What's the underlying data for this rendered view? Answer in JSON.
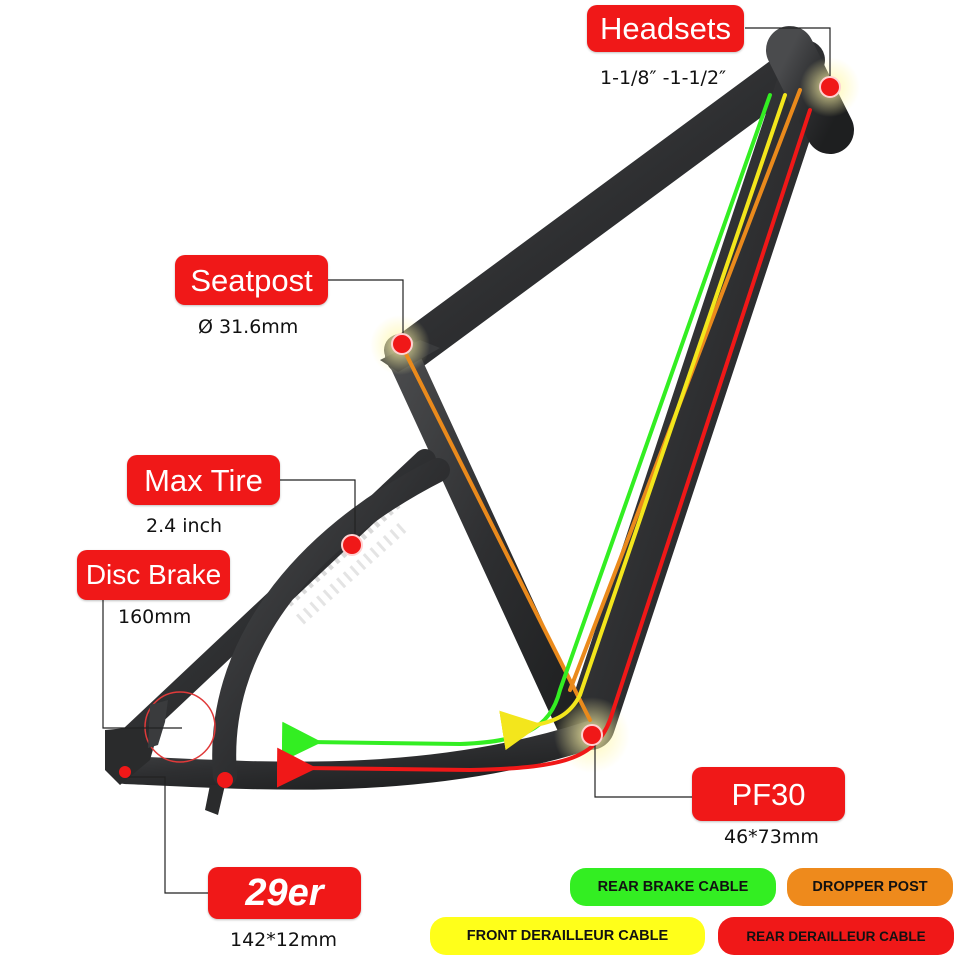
{
  "callouts": {
    "headsets": {
      "label": "Headsets",
      "spec": "1-1/8″ -1-1/2″"
    },
    "seatpost": {
      "label": "Seatpost",
      "spec": "Ø 31.6mm"
    },
    "max_tire": {
      "label": "Max Tire",
      "spec": "2.4 inch"
    },
    "disc_brake": {
      "label": "Disc Brake",
      "spec": "160mm"
    },
    "pf30": {
      "label": "PF30",
      "spec": "46*73mm"
    },
    "wheel": {
      "label": "29er",
      "spec": "142*12mm"
    }
  },
  "legend": [
    {
      "label": "REAR BRAKE CABLE",
      "color": "#33ee22"
    },
    {
      "label": "DROPPER POST",
      "color": "#ee8a1c"
    },
    {
      "label": "FRONT DERAILLEUR CABLE",
      "color": "#ffff1a"
    },
    {
      "label": "REAR DERAILLEUR CABLE",
      "color": "#f01818"
    }
  ],
  "colors": {
    "label_red": "#f01818",
    "frame": "#2f3032",
    "cable_green": "#33ee22",
    "cable_yellow": "#f3e61c",
    "cable_orange": "#ea8a1c",
    "cable_red": "#f01818"
  }
}
